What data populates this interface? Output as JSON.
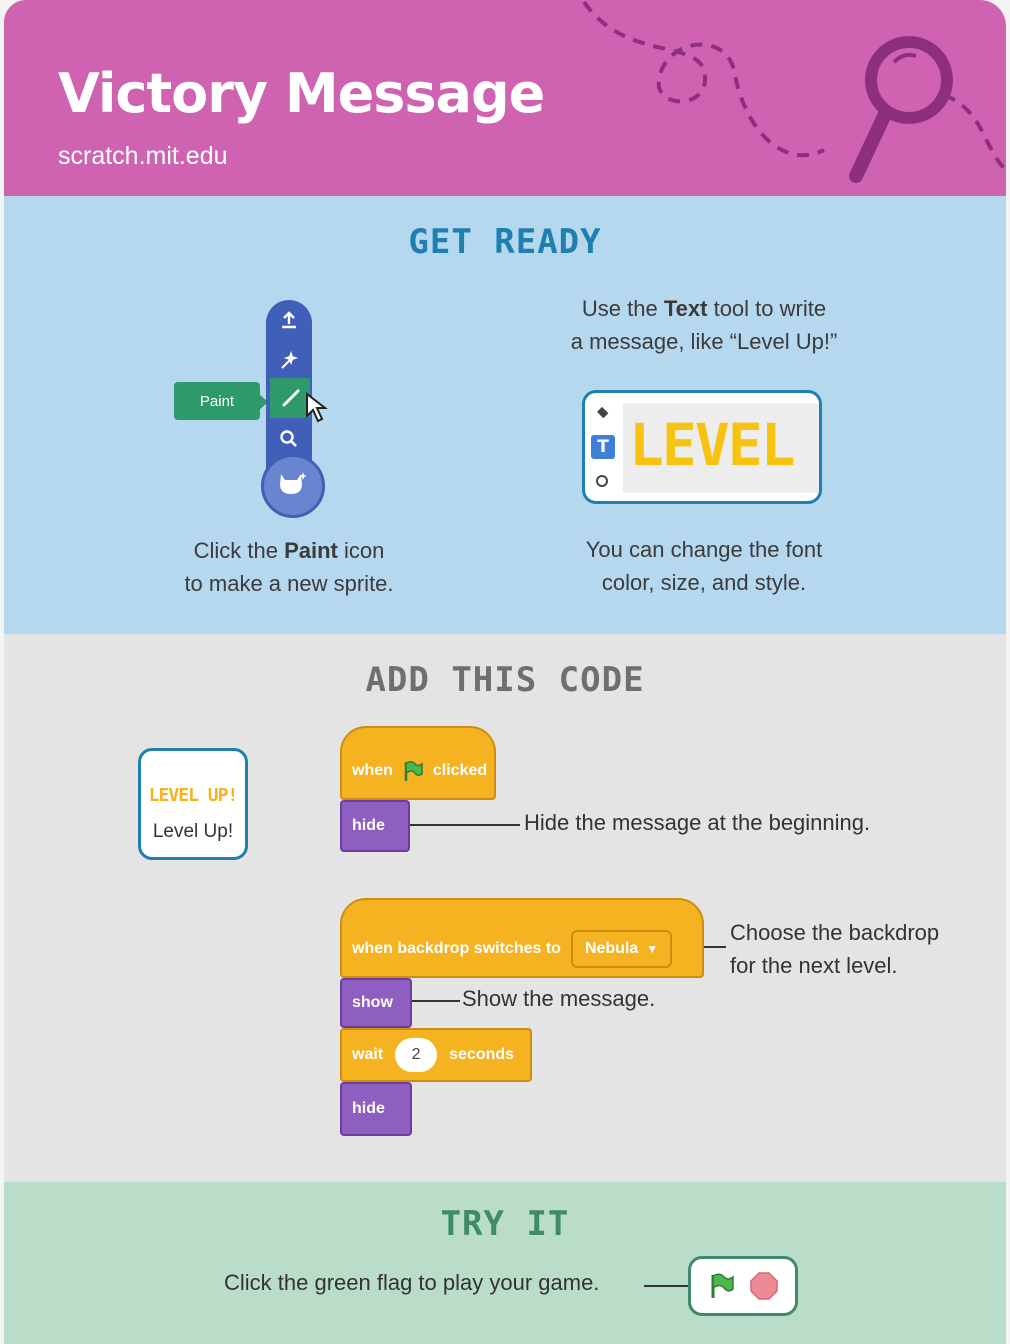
{
  "header": {
    "title": "Victory Message",
    "url": "scratch.mit.edu"
  },
  "get_ready": {
    "heading": "GET READY",
    "paint_tooltip": "Paint",
    "left_caption_1_pre": "Click the ",
    "left_caption_1_bold": "Paint",
    "left_caption_1_post": " icon",
    "left_caption_2": "to make a new sprite.",
    "right_caption_1_pre": "Use the ",
    "right_caption_1_bold": "Text",
    "right_caption_1_post": " tool to write",
    "right_caption_2": "a message, like “Level Up!”",
    "level_text": "LEVEL",
    "font_caption_1": "You can change the font",
    "font_caption_2": "color, size, and style."
  },
  "add_code": {
    "heading": "ADD THIS CODE",
    "sprite_text_top": "LEVEL UP!",
    "sprite_label": "Level Up!",
    "script1": {
      "when": "when",
      "clicked": "clicked",
      "hide": "hide",
      "hide_desc": "Hide the message at the beginning."
    },
    "script2": {
      "when_backdrop": "when backdrop switches to",
      "backdrop_value": "Nebula",
      "backdrop_desc_1": "Choose the backdrop",
      "backdrop_desc_2": "for the next level.",
      "show": "show",
      "show_desc": "Show the message.",
      "wait": "wait",
      "wait_value": "2",
      "seconds": "seconds",
      "hide": "hide"
    }
  },
  "try_it": {
    "heading": "TRY IT",
    "caption": "Click the green flag to play your game."
  },
  "colors": {
    "header_bg": "#cf63b2",
    "ready_bg": "#b5d8ef",
    "code_bg": "#e5e4e4",
    "try_bg": "#b9ddc9",
    "events_yellow": "#f6b321",
    "looks_purple": "#8e5fc0",
    "heading_blue": "#1f7fae",
    "heading_gray": "#6f6f6f",
    "heading_green": "#3f8a69"
  }
}
